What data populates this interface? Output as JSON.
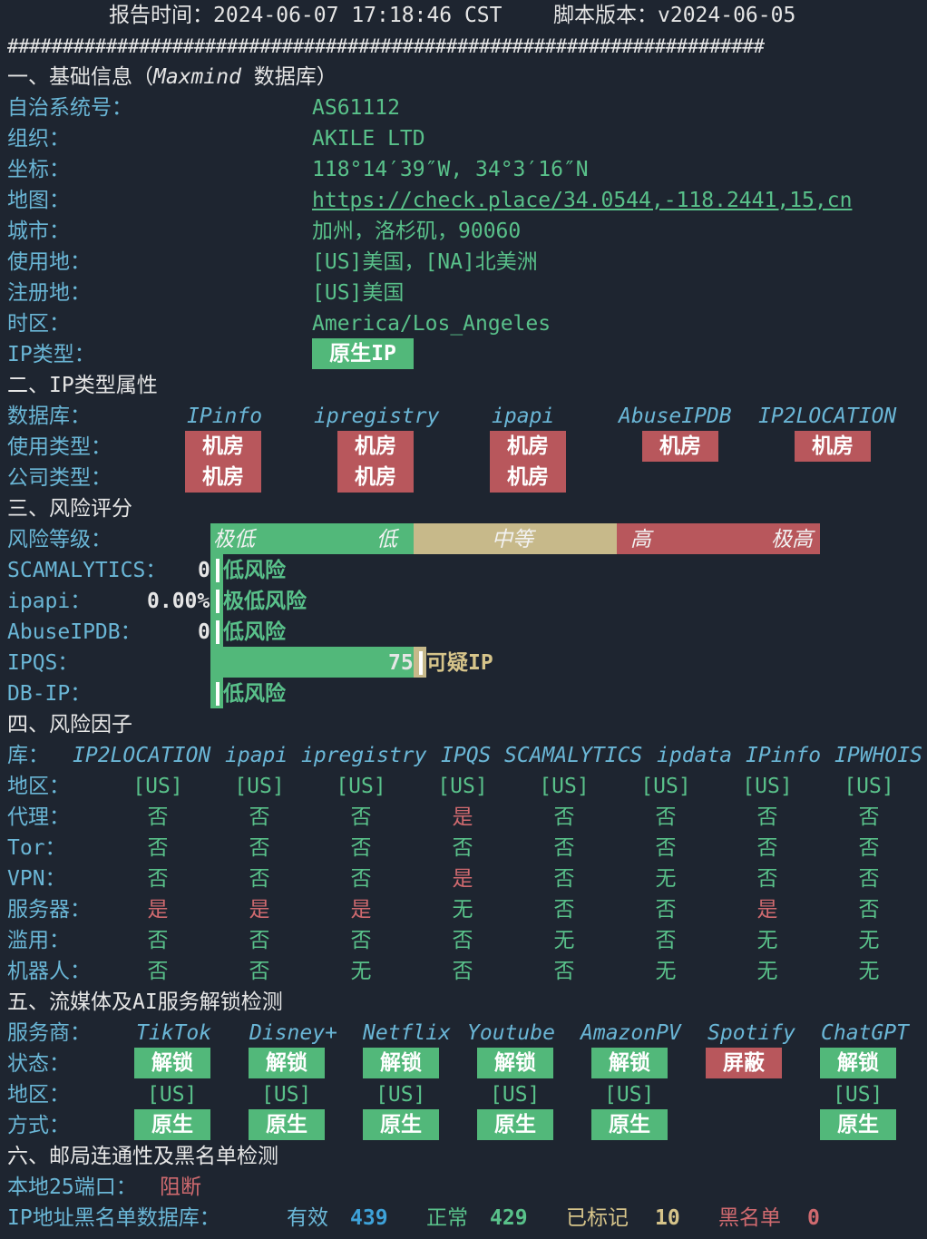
{
  "header": {
    "report_time": "报告时间：2024-06-07 17:18:46 CST",
    "script_version": "脚本版本：v2024-06-05",
    "hash_line": "#####################################################################"
  },
  "basic": {
    "title": "一、基础信息（",
    "title_db": "Maxmind",
    "title_end": " 数据库）",
    "rows": [
      {
        "label": "自治系统号：",
        "value": "AS61112"
      },
      {
        "label": "组织：",
        "value": "AKILE LTD"
      },
      {
        "label": "坐标：",
        "value": "118°14′39″W, 34°3′16″N"
      },
      {
        "label": "地图：",
        "value": "https://check.place/34.0544,-118.2441,15,cn"
      },
      {
        "label": "城市：",
        "value": "加州，洛杉矶，90060"
      },
      {
        "label": "使用地：",
        "value": "[US]美国，[NA]北美洲"
      },
      {
        "label": "注册地：",
        "value": "[US]美国"
      },
      {
        "label": "时区：",
        "value": "America/Los_Angeles"
      },
      {
        "label": "IP类型：",
        "value": "原生IP"
      }
    ]
  },
  "type": {
    "title": "二、IP类型属性",
    "db_label": "数据库：",
    "dbs": [
      "IPinfo",
      "ipregistry",
      "ipapi",
      "AbuseIPDB",
      "IP2LOCATION"
    ],
    "usage_label": "使用类型：",
    "usage": [
      "机房",
      "机房",
      "机房",
      "机房",
      "机房"
    ],
    "company_label": "公司类型：",
    "company": [
      "机房",
      "机房",
      "机房"
    ]
  },
  "risk": {
    "title": "三、风险评分",
    "level_label": "风险等级：",
    "levels": [
      "极低",
      "低",
      "中等",
      "高",
      "极高"
    ],
    "rows": [
      {
        "label": "SCAMALYTICS：",
        "score": "0",
        "score_value": 0,
        "text": "低风险"
      },
      {
        "label": "ipapi：",
        "score": "0.00%",
        "score_value": 0,
        "text": "极低风险"
      },
      {
        "label": "AbuseIPDB：",
        "score": "0",
        "score_value": 0,
        "text": "低风险"
      },
      {
        "label": "IPQS：",
        "score": "75",
        "score_value": 75,
        "text": "可疑IP"
      },
      {
        "label": "DB-IP：",
        "score": "",
        "score_value": 0,
        "text": "低风险"
      }
    ]
  },
  "factors": {
    "title": "四、风险因子",
    "lib_label": "库：",
    "dbs": [
      "IP2LOCATION",
      "ipapi",
      "ipregistry",
      "IPQS",
      "SCAMALYTICS",
      "ipdata",
      "IPinfo",
      "IPWHOIS"
    ],
    "rows": [
      {
        "label": "地区：",
        "values": [
          "[US]",
          "[US]",
          "[US]",
          "[US]",
          "[US]",
          "[US]",
          "[US]",
          "[US]"
        ]
      },
      {
        "label": "代理：",
        "values": [
          "否",
          "否",
          "否",
          "是",
          "否",
          "否",
          "否",
          "否"
        ]
      },
      {
        "label": "Tor：",
        "values": [
          "否",
          "否",
          "否",
          "否",
          "否",
          "否",
          "否",
          "否"
        ]
      },
      {
        "label": "VPN：",
        "values": [
          "否",
          "否",
          "否",
          "是",
          "否",
          "无",
          "否",
          "否"
        ]
      },
      {
        "label": "服务器：",
        "values": [
          "是",
          "是",
          "是",
          "无",
          "否",
          "否",
          "是",
          "否"
        ]
      },
      {
        "label": "滥用：",
        "values": [
          "否",
          "否",
          "否",
          "否",
          "无",
          "否",
          "无",
          "无"
        ]
      },
      {
        "label": "机器人：",
        "values": [
          "否",
          "否",
          "无",
          "否",
          "否",
          "无",
          "无",
          "无"
        ]
      }
    ]
  },
  "streaming": {
    "title": "五、流媒体及AI服务解锁检测",
    "provider_label": "服务商：",
    "providers": [
      "TikTok",
      "Disney+",
      "Netflix",
      "Youtube",
      "AmazonPV",
      "Spotify",
      "ChatGPT"
    ],
    "status_label": "状态：",
    "status": [
      "解锁",
      "解锁",
      "解锁",
      "解锁",
      "解锁",
      "屏蔽",
      "解锁"
    ],
    "region_label": "地区：",
    "region": [
      "[US]",
      "[US]",
      "[US]",
      "[US]",
      "[US]",
      "",
      "[US]"
    ],
    "method_label": "方式：",
    "method": [
      "原生",
      "原生",
      "原生",
      "原生",
      "原生",
      "",
      "原生"
    ]
  },
  "mail": {
    "title": "六、邮局连通性及黑名单检测",
    "port_label": "本地25端口：",
    "port_value": "阻断",
    "bl_label": "IP地址黑名单数据库：",
    "valid_label": "有效",
    "valid": "439",
    "normal_label": "正常",
    "normal": "429",
    "marked_label": "已标记",
    "marked": "10",
    "black_label": "黑名单",
    "black": "0"
  },
  "colors": {
    "background": "#1e2530",
    "cyan": "#6ab6d6",
    "green": "#59c18a",
    "red": "#d06a6f",
    "yellow": "#d6c48a"
  }
}
